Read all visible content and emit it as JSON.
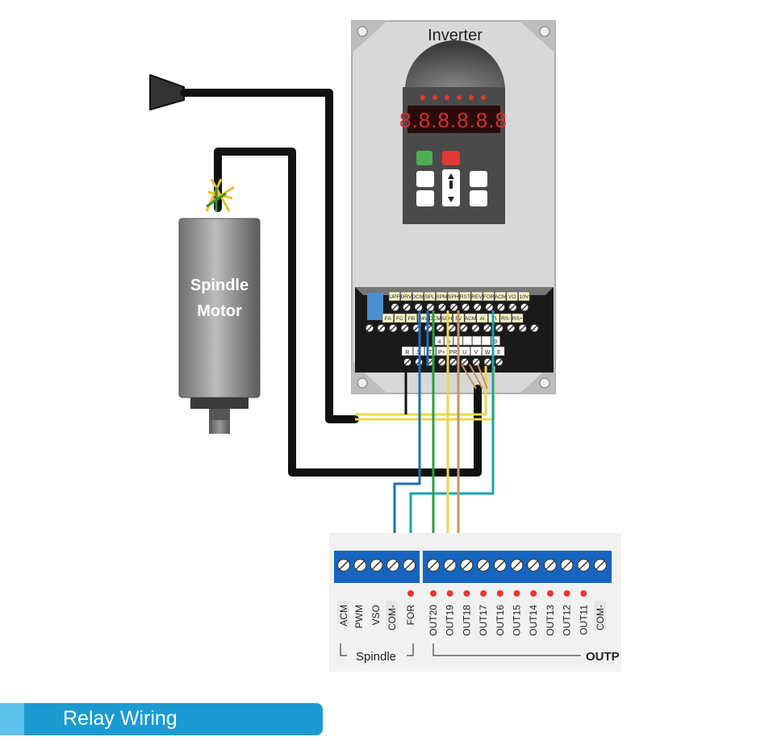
{
  "inverter": {
    "title": "Inverter",
    "terminal_row1": [
      "UPF",
      "DRV",
      "DCM",
      "SPL",
      "SPM",
      "SPH",
      "RST",
      "REV",
      "FOR",
      "ACM",
      "VO",
      "10V"
    ],
    "terminal_row2": [
      "FA",
      "FC",
      "FB",
      "24V",
      "DCM",
      "SPH",
      "5V",
      "ACM",
      "AI",
      "VI",
      "RS-",
      "RS+"
    ],
    "power_top": [
      "4",
      "5",
      "",
      "",
      "",
      "",
      "9"
    ],
    "power_labels": [
      "R",
      "S",
      "T",
      "P+",
      "PR",
      "U",
      "V",
      "W",
      "E"
    ]
  },
  "motor": {
    "line1": "Spindle",
    "line2": "Motor"
  },
  "controller": {
    "spindle_labels": [
      "ACM",
      "PWM",
      "VSO",
      "COM-",
      "FOR"
    ],
    "output_labels": [
      "OUT20",
      "OUT19",
      "OUT18",
      "OUT17",
      "OUT16",
      "OUT15",
      "OUT14",
      "OUT13",
      "OUT12",
      "OUT11",
      "COM-"
    ],
    "spindle_group": "Spindle",
    "output_group": "OUTP"
  },
  "banner": {
    "title": "Relay Wiring"
  },
  "colors": {
    "banner": "#1b9bd1",
    "terminal_block": "#1565c0",
    "indicator": "#e53935",
    "wire_blue": "#1f6fb2",
    "wire_teal": "#1aa3b5",
    "wire_green": "#2e9d4a",
    "wire_yellow": "#e8d84a",
    "wire_brown": "#c8935e"
  }
}
